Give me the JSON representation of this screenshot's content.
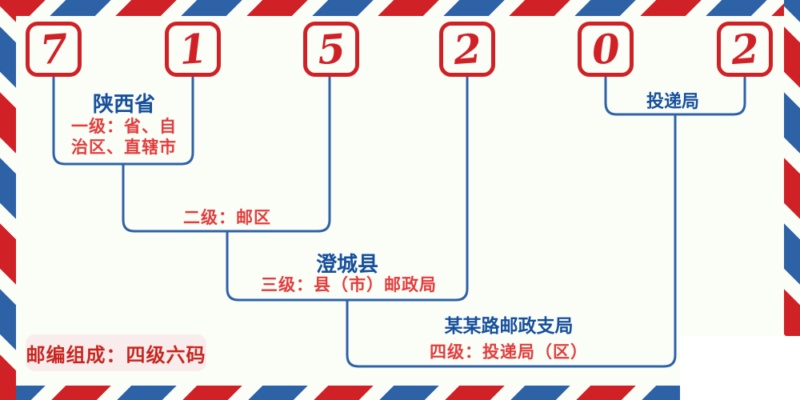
{
  "postal_code": {
    "full": "715202",
    "digits": [
      "7",
      "1",
      "5",
      "2",
      "0",
      "2"
    ]
  },
  "labels": {
    "level1_region": "陕西省",
    "level1_desc": "一级：省、自治区、直辖市",
    "level2_desc": "二级：邮区",
    "level3_region": "澄城县",
    "level3_desc": "三级：县（市）邮政局",
    "level4_office": "某某路邮政支局",
    "level4_desc": "四级：投递局（区）",
    "delivery_bureau": "投递局"
  },
  "badge": {
    "text": "邮编组成：四级六码"
  },
  "colors": {
    "digit_red": "#d02127",
    "red_text": "#e23c3c",
    "blue_line": "#2e62a6",
    "blue_text": "#164f9c",
    "background": "#fbfdf7",
    "badge_background": "#f8edec",
    "badge_text": "#c8251f"
  }
}
